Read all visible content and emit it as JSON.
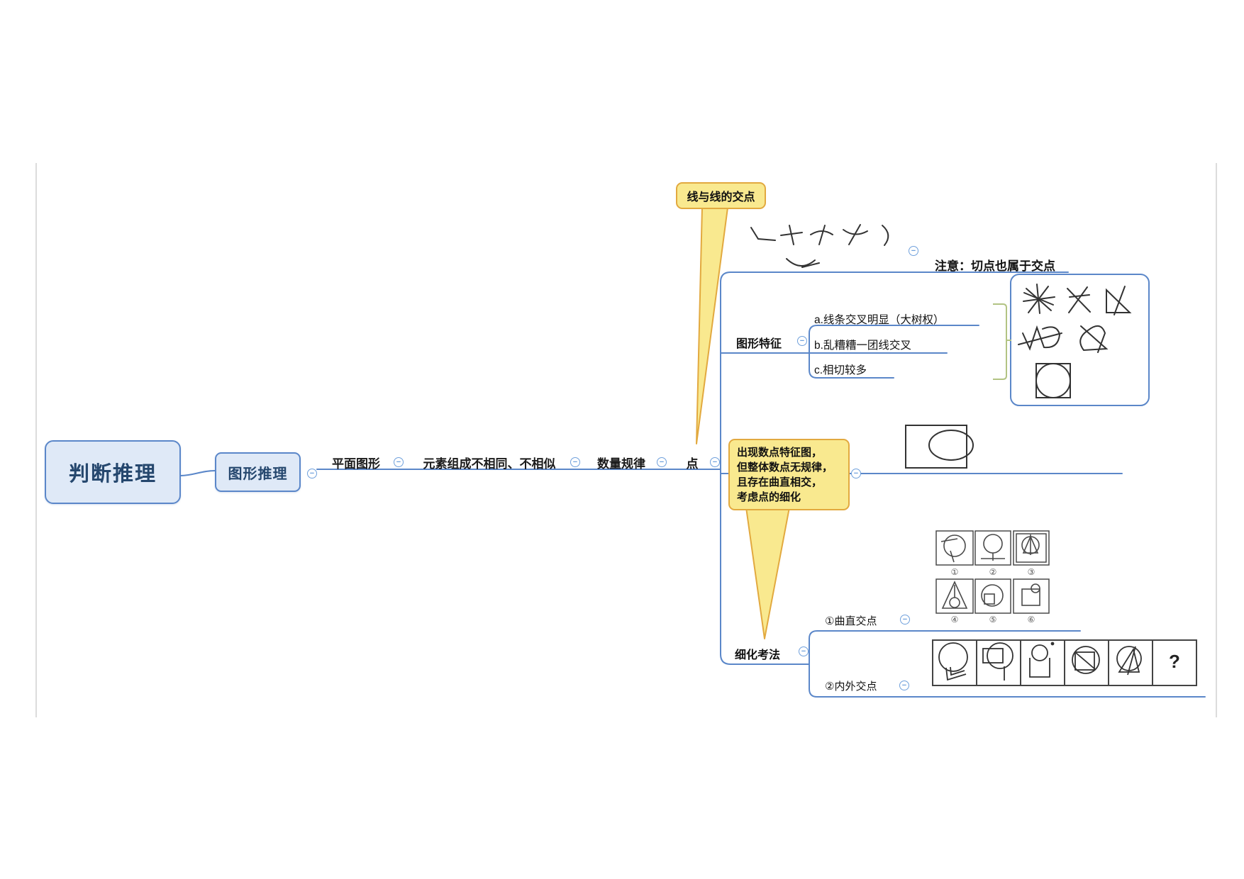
{
  "root": {
    "label": "判断推理"
  },
  "subroot": {
    "label": "图形推理"
  },
  "chain": [
    {
      "label": "平面图形"
    },
    {
      "label": "元素组成不相同、不相似"
    },
    {
      "label": "数量规律"
    },
    {
      "label": "点"
    }
  ],
  "callout_top": {
    "text": "线与线的交点"
  },
  "note": {
    "lines": [
      "出现数点特征图，",
      "但整体数点无规律，",
      "且存在曲直相交，",
      "考虑点的细化"
    ]
  },
  "notice": {
    "label": "注意：切点也属于交点"
  },
  "feature": {
    "label": "图形特征",
    "items": [
      {
        "label": "a.线条交叉明显（大树权）"
      },
      {
        "label": "b.乱糟糟一团线交叉"
      },
      {
        "label": "c.相切较多"
      }
    ]
  },
  "refine": {
    "label": "细化考法",
    "items": [
      {
        "label": "①曲直交点"
      },
      {
        "label": "②内外交点"
      }
    ]
  },
  "grid": {
    "labels": [
      "①",
      "②",
      "③",
      "④",
      "⑤",
      "⑥"
    ]
  },
  "strip": {
    "question_mark": "?"
  },
  "icons": {
    "collapse_glyph": "−"
  },
  "colors": {
    "connector": "#5B87C9",
    "node_fill": "#DFE9F7",
    "node_border": "#5B87C9",
    "node_text": "#25476E",
    "callout_fill": "#F9E98F",
    "callout_border": "#E2A93F",
    "sketch": "#333333",
    "summary_bracket": "#B2C383"
  }
}
